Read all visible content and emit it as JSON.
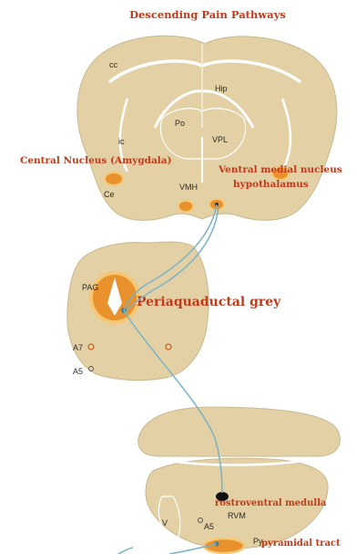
{
  "title": "Descending Pain Pathways",
  "labels": {
    "amygdala": "Central Nucleus (Amygdala)",
    "vmh_line1": "Ventral medial nucleus",
    "vmh_line2": "hypothalamus",
    "pag": "Periaquaductal grey",
    "rvm": "rostroventral medulla",
    "pyramidal": "pyramidal tract"
  },
  "anatomy": {
    "cc": "cc",
    "hip": "Hip",
    "po": "Po",
    "vpl": "VPL",
    "ic": "ic",
    "ce": "Ce",
    "vmh": "VMH",
    "pag": "PAG",
    "a7": "A7",
    "a5_mid": "A5",
    "v": "V",
    "a5_bottom": "A5",
    "rvm": "RVM",
    "py": "Py"
  },
  "colors": {
    "tissue": "#e3d1a5",
    "tissue_outline": "#ffffff",
    "nucleus_fill": "#e8912d",
    "nucleus_rim": "#f6c873",
    "pathway": "#7ab2c6",
    "label_text": "#c23a1a",
    "anatomy_text": "#2b2b2b"
  }
}
